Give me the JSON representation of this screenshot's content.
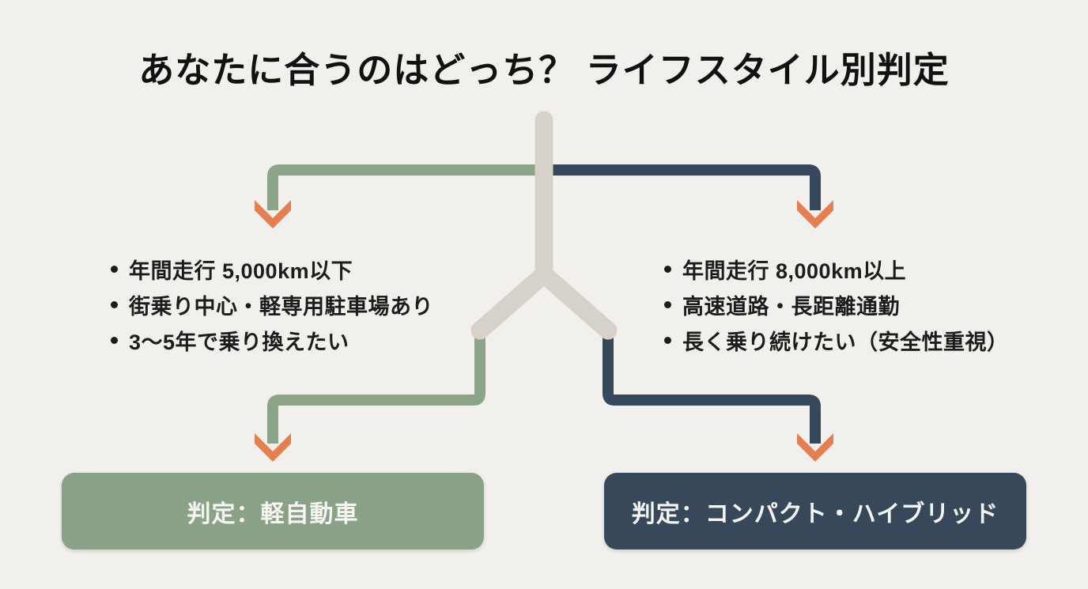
{
  "title": "あなたに合うのはどっち？ ライフスタイル別判定",
  "branches": {
    "left": {
      "criteria": [
        "年間走行 5,000km以下",
        "街乗り中心・軽専用駐車場あり",
        "3〜5年で乗り換えたい"
      ],
      "verdict": "判定：軽自動車"
    },
    "right": {
      "criteria": [
        "年間走行 8,000km以上",
        "高速道路・長距離通勤",
        "長く乗り続けたい（安全性重視）"
      ],
      "verdict": "判定：コンパクト・ハイブリッド"
    }
  },
  "icons": {
    "arrow": "chevron-down-arrow-icon"
  },
  "colors": {
    "background": "#F1F0EC",
    "title_text": "#111111",
    "body_text": "#1C1C1C",
    "trunk": "#D6D2C9",
    "branch_left": "#8CA488",
    "branch_right": "#36495B",
    "verdict_left_bg": "#8AA287",
    "verdict_right_bg": "#36485A",
    "verdict_text": "#F6F5F2",
    "arrow": "#E67E50"
  }
}
